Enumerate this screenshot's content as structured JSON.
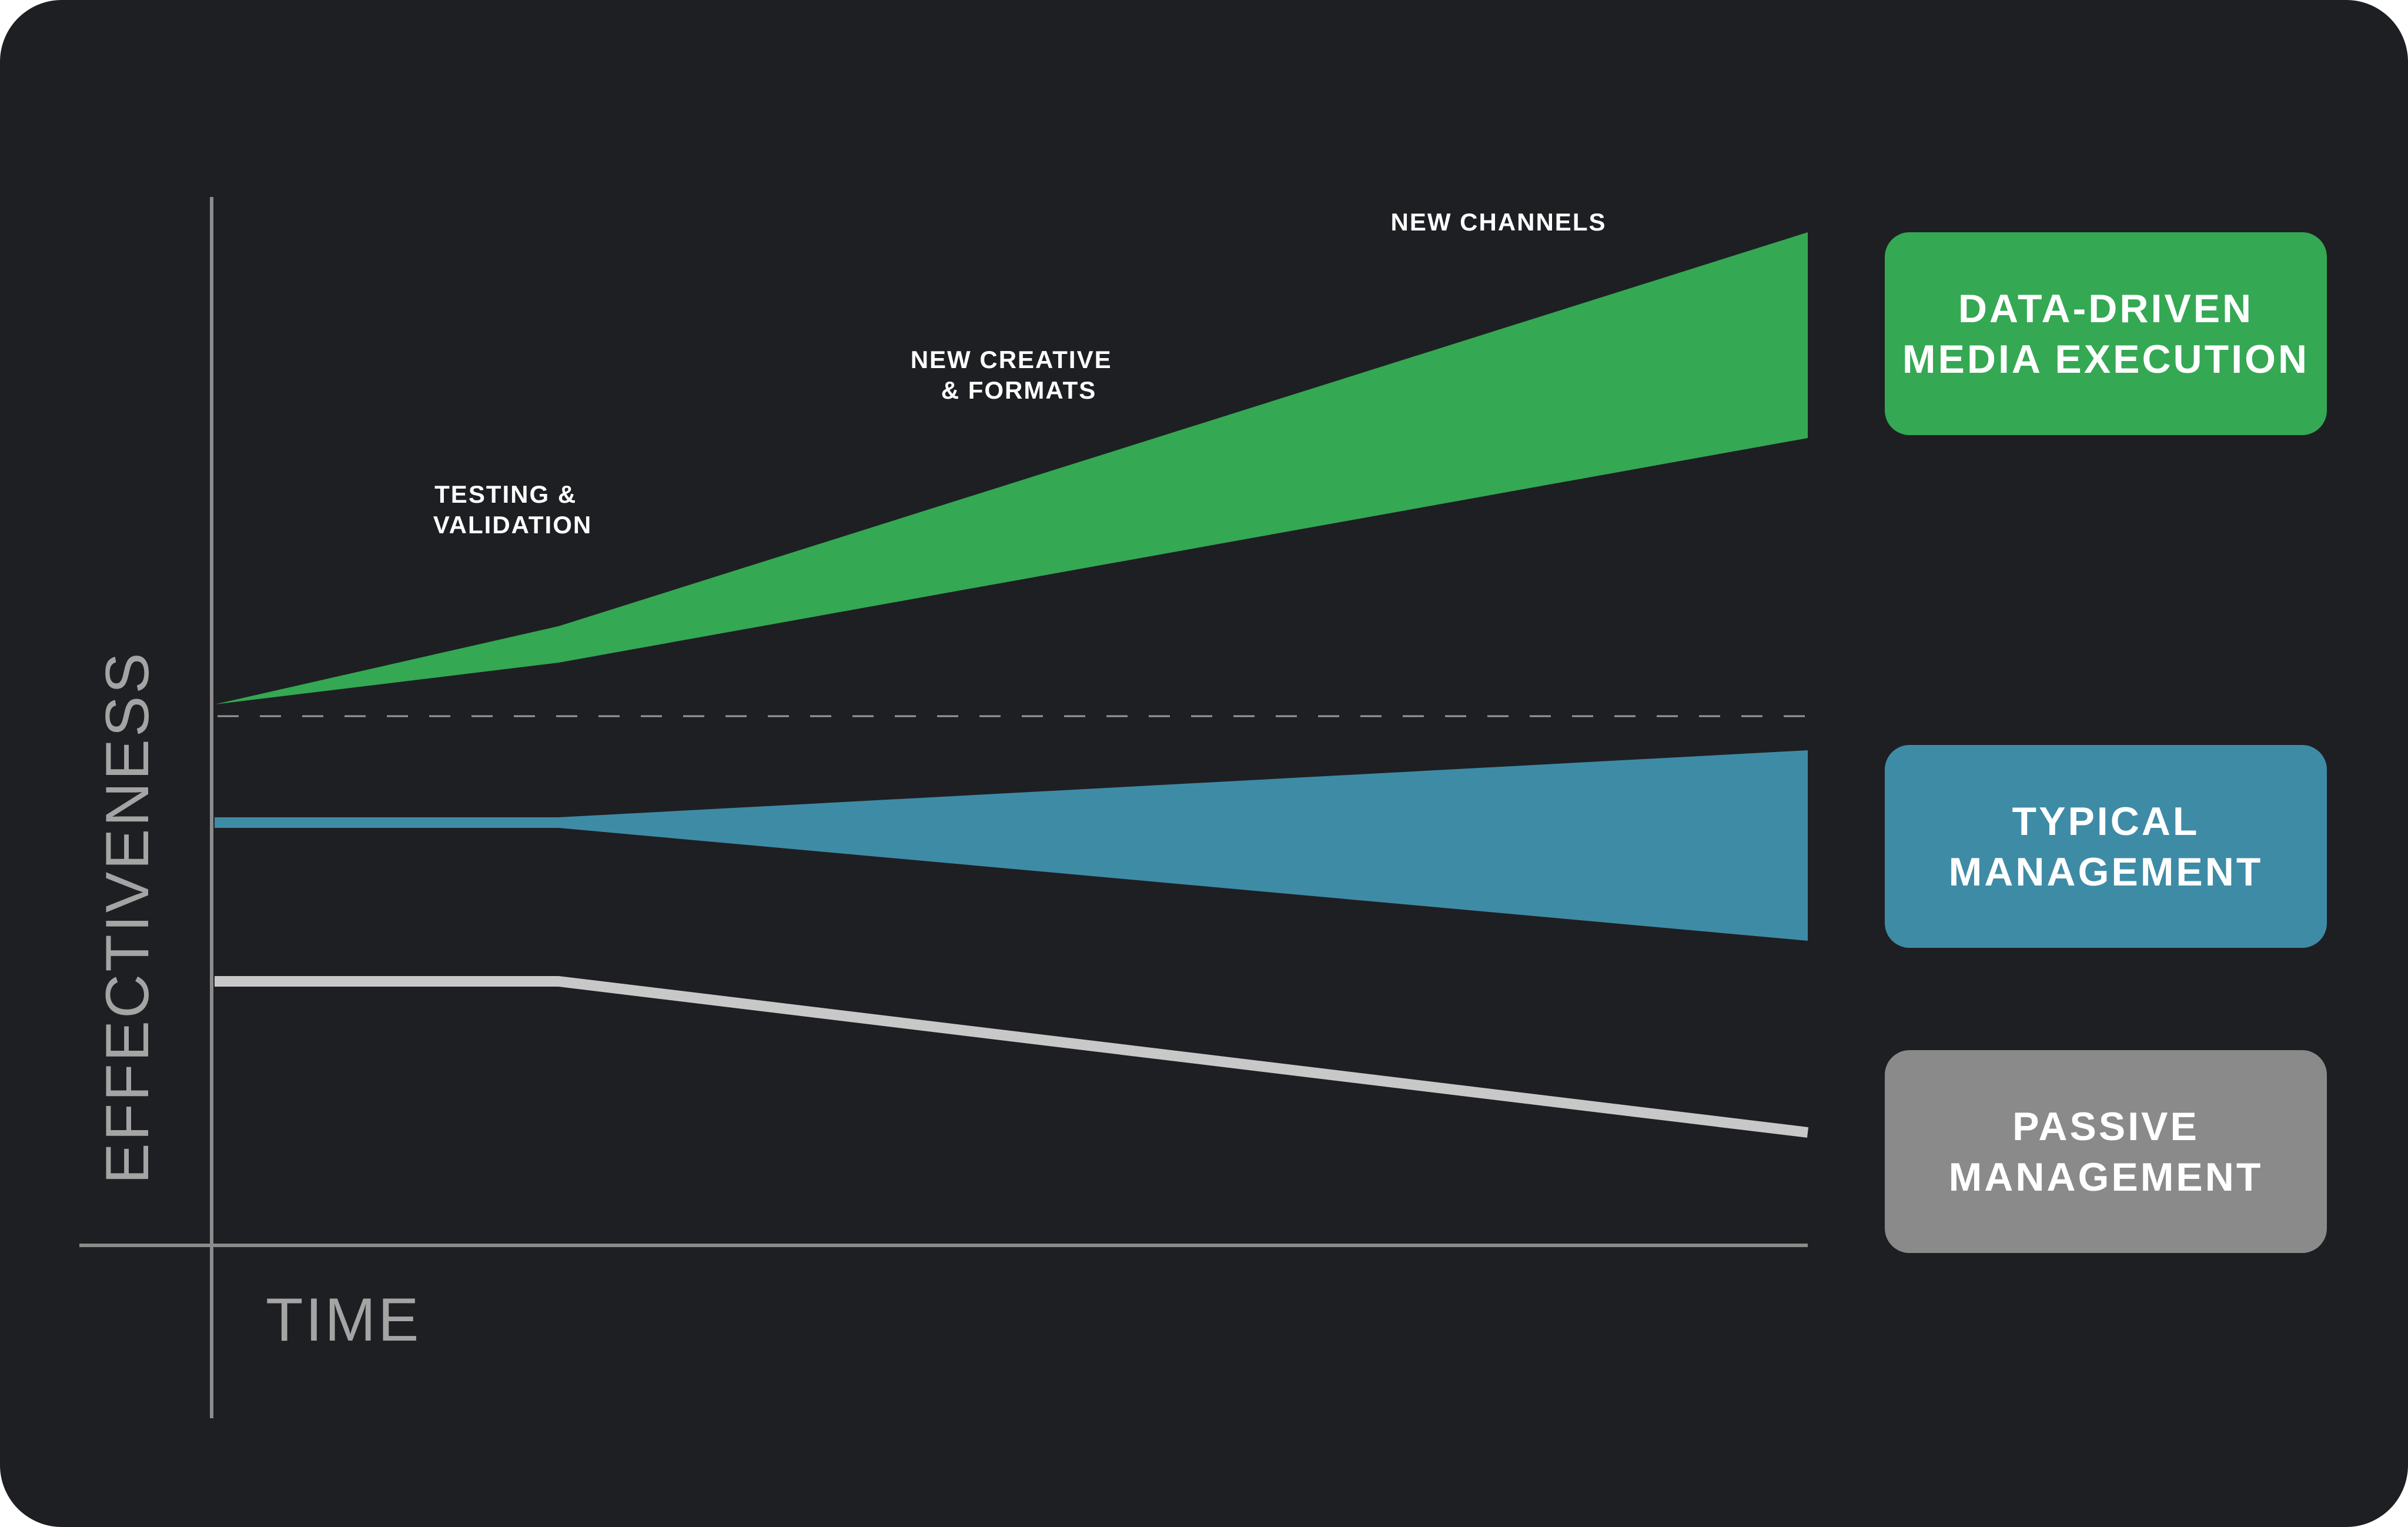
{
  "axes": {
    "y_label": "EFFECTIVENESS",
    "x_label": "TIME"
  },
  "stages": [
    {
      "line1": "TESTING &",
      "line2": "VALIDATION"
    },
    {
      "line1": "NEW CREATIVE",
      "line2": "& FORMATS"
    },
    {
      "line1": "NEW CHANNELS",
      "line2": ""
    }
  ],
  "legend": {
    "data_driven": {
      "line1": "DATA-DRIVEN",
      "line2": "MEDIA EXECUTION",
      "color": "#34a853"
    },
    "typical": {
      "line1": "TYPICAL",
      "line2": "MANAGEMENT",
      "color": "#3e8ba6"
    },
    "passive": {
      "line1": "PASSIVE",
      "line2": "MANAGEMENT",
      "color": "#8a8a8a"
    }
  },
  "colors": {
    "background": "#1e1f23",
    "axis": "#8c8c8c",
    "passive_line": "#c8c8c8"
  }
}
